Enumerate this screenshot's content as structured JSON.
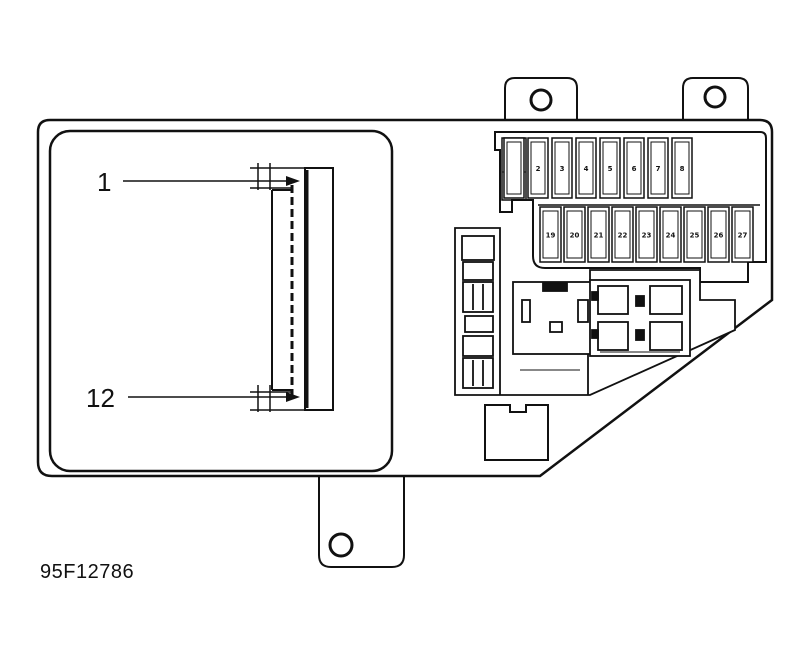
{
  "figure_id": "95F12786",
  "callouts": {
    "top": "1",
    "bottom": "12"
  },
  "fuses_top_row": [
    "",
    "2",
    "3",
    "4",
    "5",
    "6",
    "7",
    "8"
  ],
  "fuses_bottom_row": [
    "19",
    "20",
    "21",
    "22",
    "23",
    "24",
    "25",
    "26",
    "27"
  ]
}
